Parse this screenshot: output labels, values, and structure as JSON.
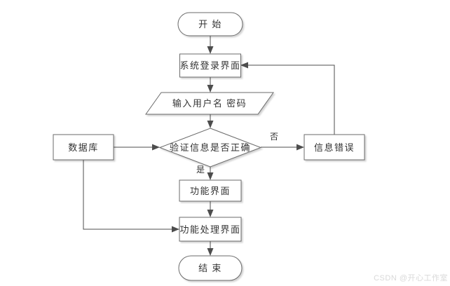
{
  "colors": {
    "background": "#ffffff",
    "shape_fill": "#ffffff",
    "shape_stroke": "#6b6b6b",
    "connector": "#4d4d4d",
    "text": "#333333",
    "watermark": "#d9d9d9"
  },
  "flowchart": {
    "nodes": {
      "start": {
        "label": "开 始",
        "shape": "terminator"
      },
      "login_screen": {
        "label": "系统登录界面",
        "shape": "process"
      },
      "input_credentials": {
        "label": "输入用户名 密码",
        "shape": "data"
      },
      "verify_info": {
        "label": "验证信息是否正确",
        "shape": "decision"
      },
      "database": {
        "label": "数据库",
        "shape": "process"
      },
      "info_error": {
        "label": "信息错误",
        "shape": "process"
      },
      "function_screen": {
        "label": "功能界面",
        "shape": "process"
      },
      "function_processing_screen": {
        "label": "功能处理界面",
        "shape": "process"
      },
      "end": {
        "label": "结 束",
        "shape": "terminator"
      }
    },
    "edge_labels": {
      "no": "否",
      "yes": "是"
    }
  },
  "watermark": {
    "text": "CSDN @开心工作室"
  }
}
